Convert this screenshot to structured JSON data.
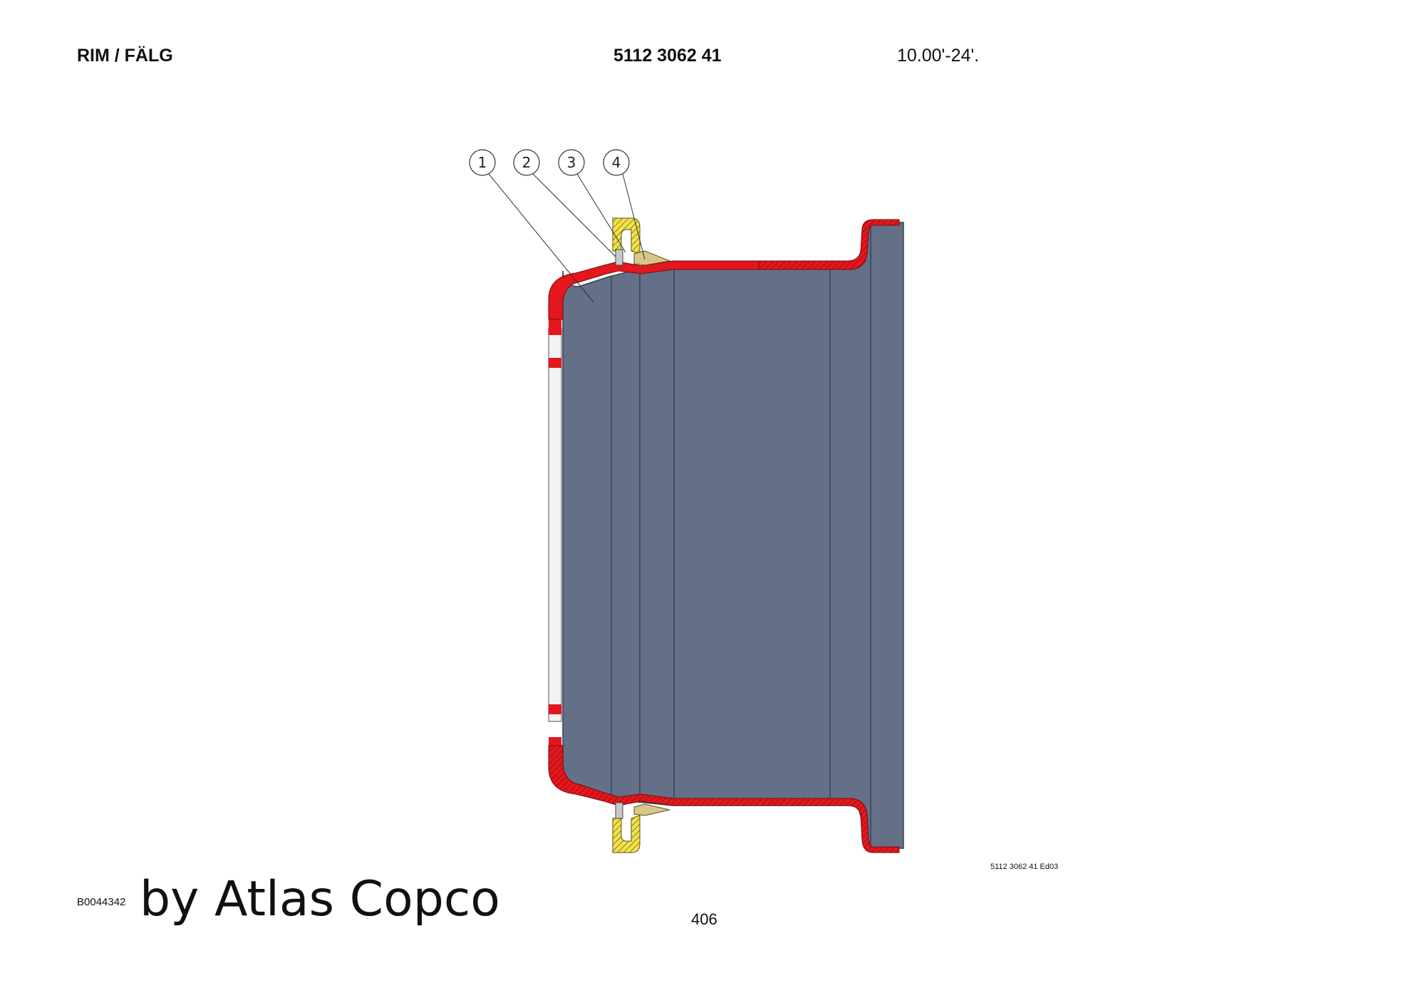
{
  "header": {
    "title": "RIM / FÄLG",
    "part_number": "5112 3062 41",
    "size": "10.00'-24'."
  },
  "drawing": {
    "callouts": [
      "1",
      "2",
      "3",
      "4"
    ],
    "reference": "5112 3062 41 Ed03",
    "colors": {
      "rim_body": "#647087",
      "section_red": "#e3171d",
      "flange_yellow": "#f2e24a",
      "seal_tan": "#d9c58a"
    }
  },
  "footer": {
    "code": "B0044342",
    "brand": "by Atlas Copco",
    "page": "406"
  }
}
